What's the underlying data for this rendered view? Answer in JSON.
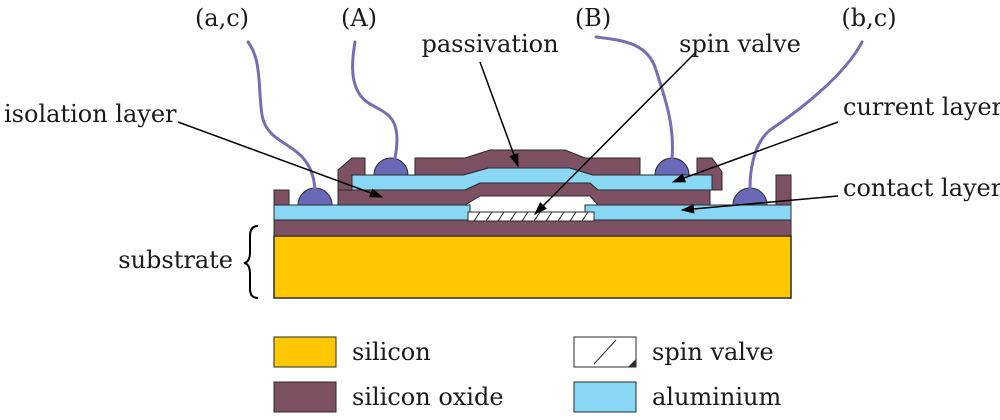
{
  "labels": {
    "terminal_ac": "(a,c)",
    "terminal_A": "(A)",
    "terminal_B": "(B)",
    "terminal_bc": "(b,c)",
    "passivation": "passivation",
    "spin_valve": "spin valve",
    "isolation_layer": "isolation layer",
    "current_layer": "current layer",
    "contact_layer": "contact layer",
    "substrate": "substrate"
  },
  "legend": [
    {
      "label": "silicon",
      "color": "#FFC800",
      "pattern": "solid"
    },
    {
      "label": "silicon oxide",
      "color": "#7D5064",
      "pattern": "solid"
    },
    {
      "label": "spin valve",
      "color": "#FFFFFF",
      "pattern": "hatch"
    },
    {
      "label": "aluminium",
      "color": "#87D7F5",
      "pattern": "solid"
    }
  ],
  "colors": {
    "silicon": "#FFC800",
    "oxide": "#7D5064",
    "aluminium": "#87D7F5",
    "wire": "#7A6BB5",
    "pad": "#6A69B8"
  }
}
